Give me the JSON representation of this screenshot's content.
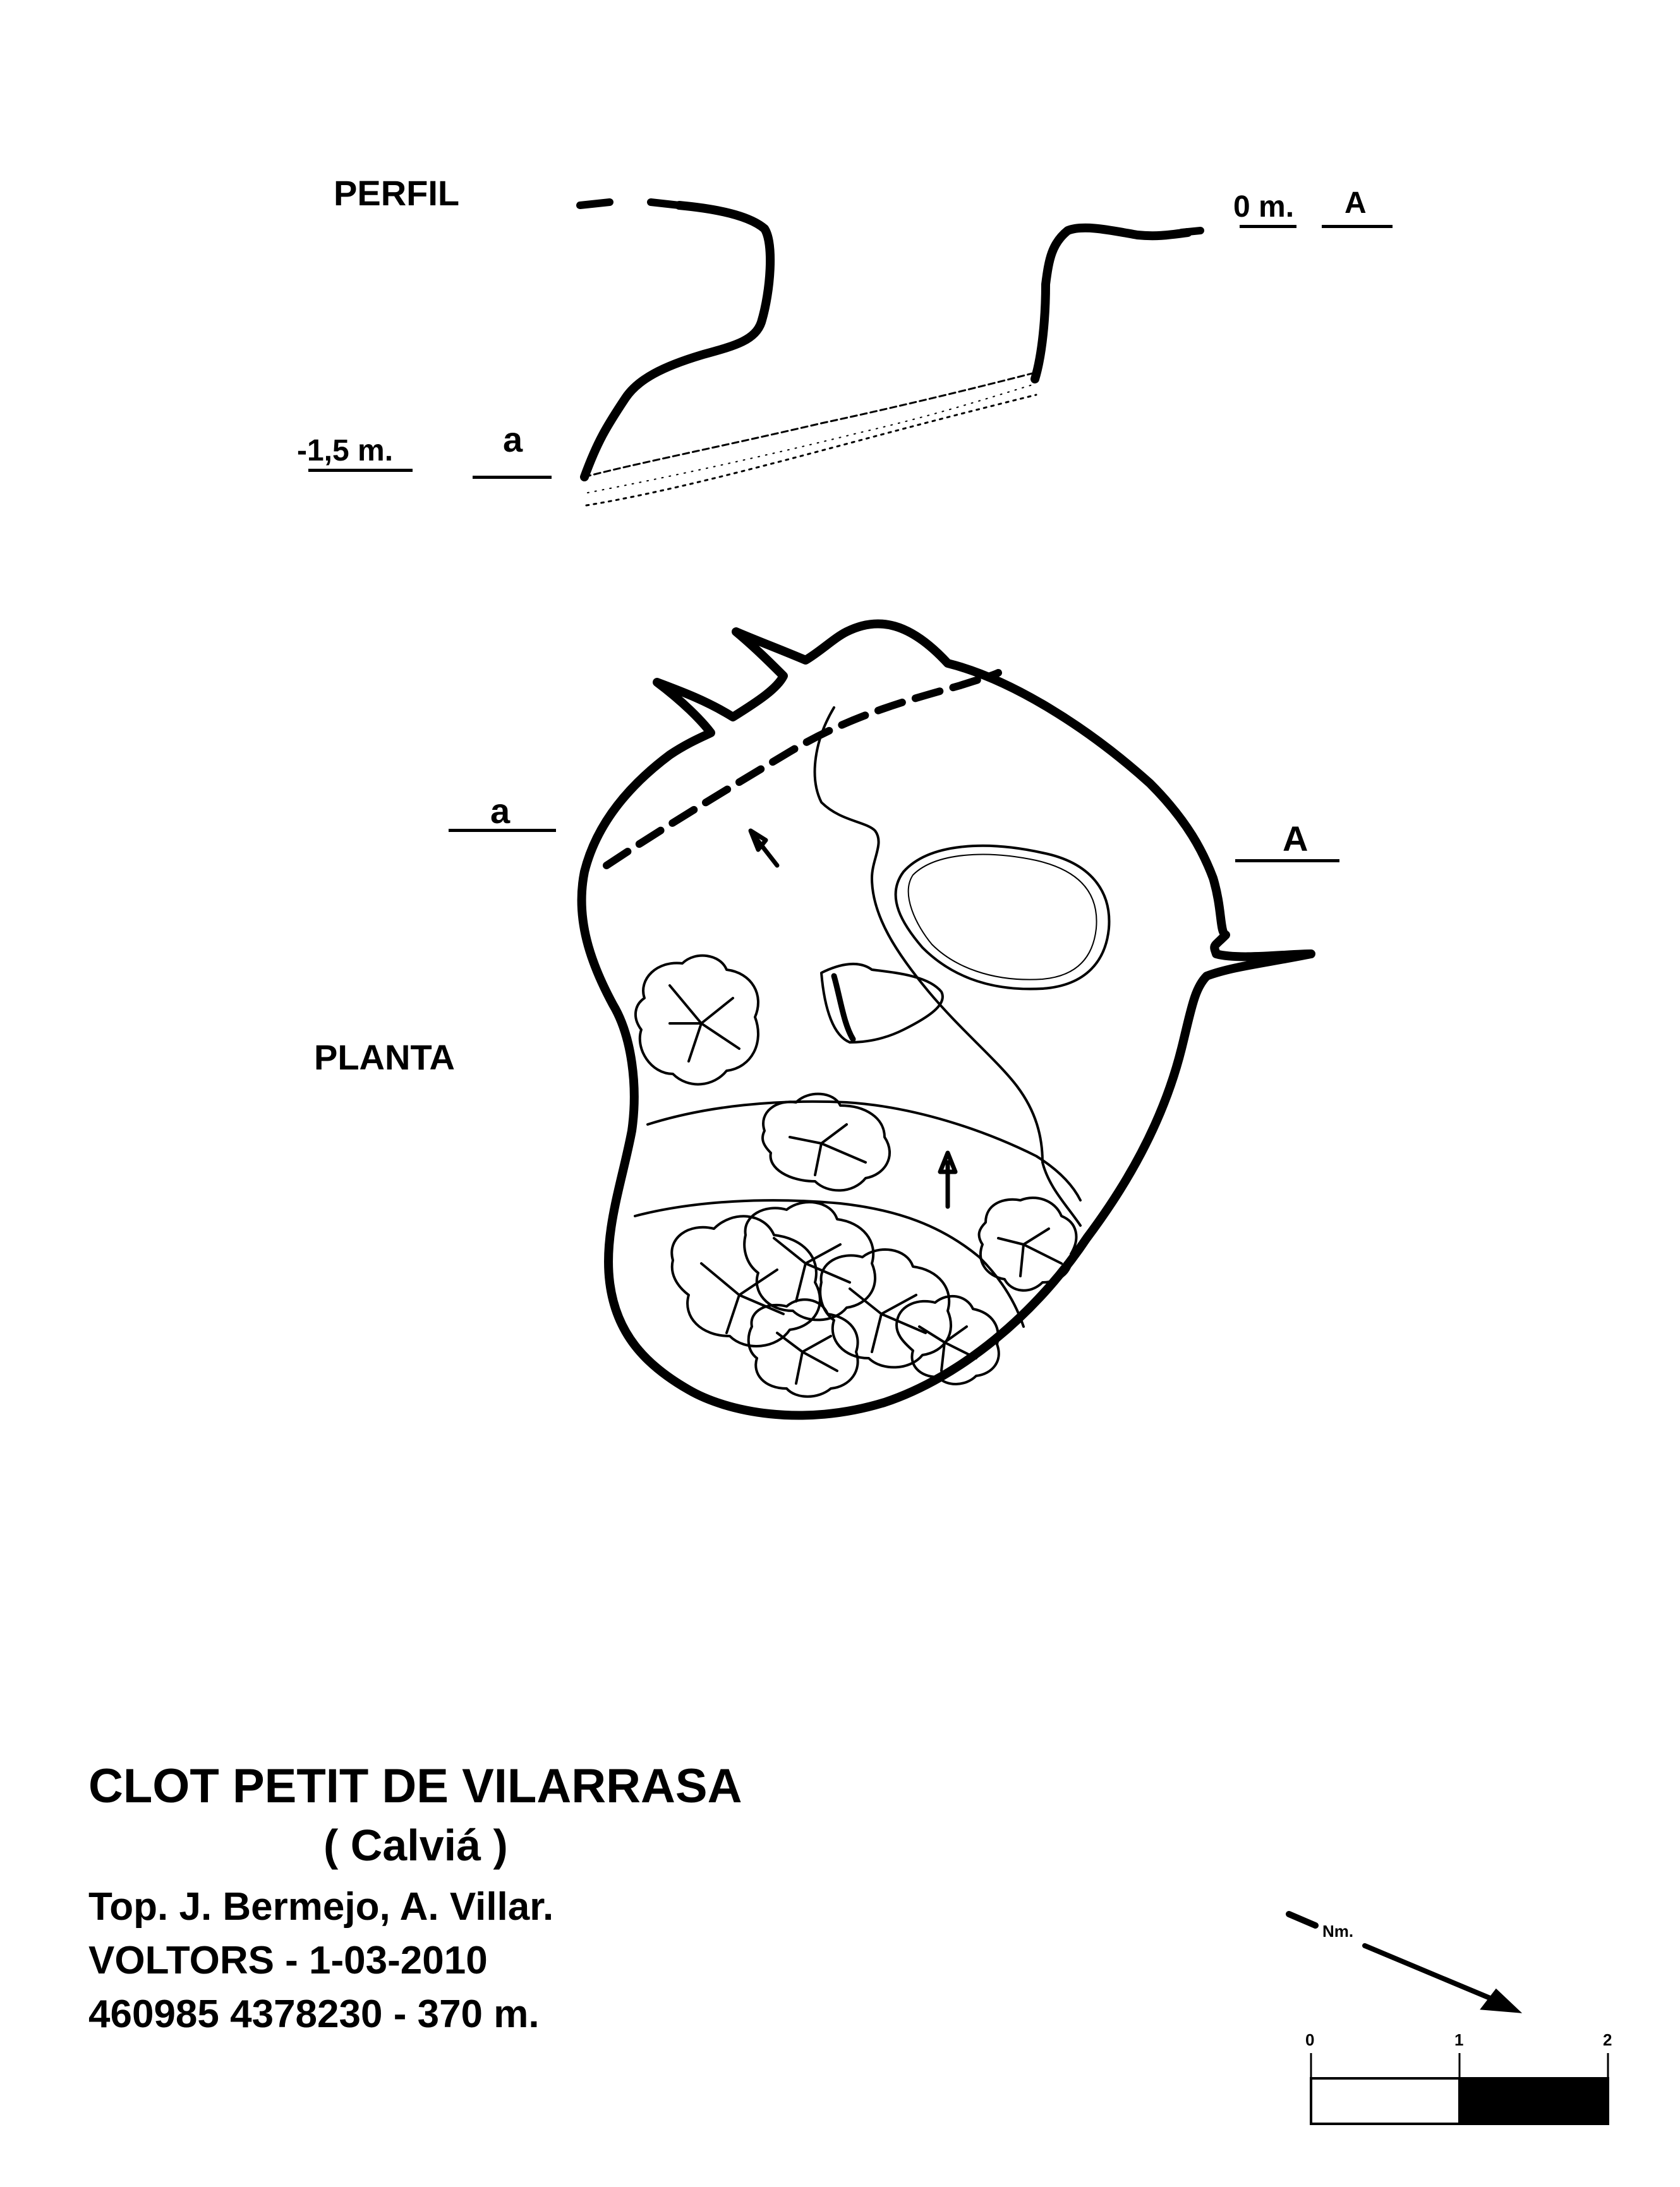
{
  "profile": {
    "title": "PERFIL",
    "depth_top": "0 m.",
    "depth_bottom": "-1,5 m.",
    "section_start": "A",
    "section_end": "a"
  },
  "plan": {
    "title": "PLANTA",
    "section_start": "A",
    "section_end": "a"
  },
  "info": {
    "name": "CLOT PETIT DE VILARRASA",
    "municipality": "( Calviá )",
    "survey": "Top. J. Bermejo, A. Villar.",
    "club_date": "VOLTORS - 1-03-2010",
    "coords": "460985 4378230 - 370 m."
  },
  "north": {
    "label": "Nm."
  },
  "scale": {
    "ticks": [
      "0",
      "1",
      "2"
    ]
  }
}
